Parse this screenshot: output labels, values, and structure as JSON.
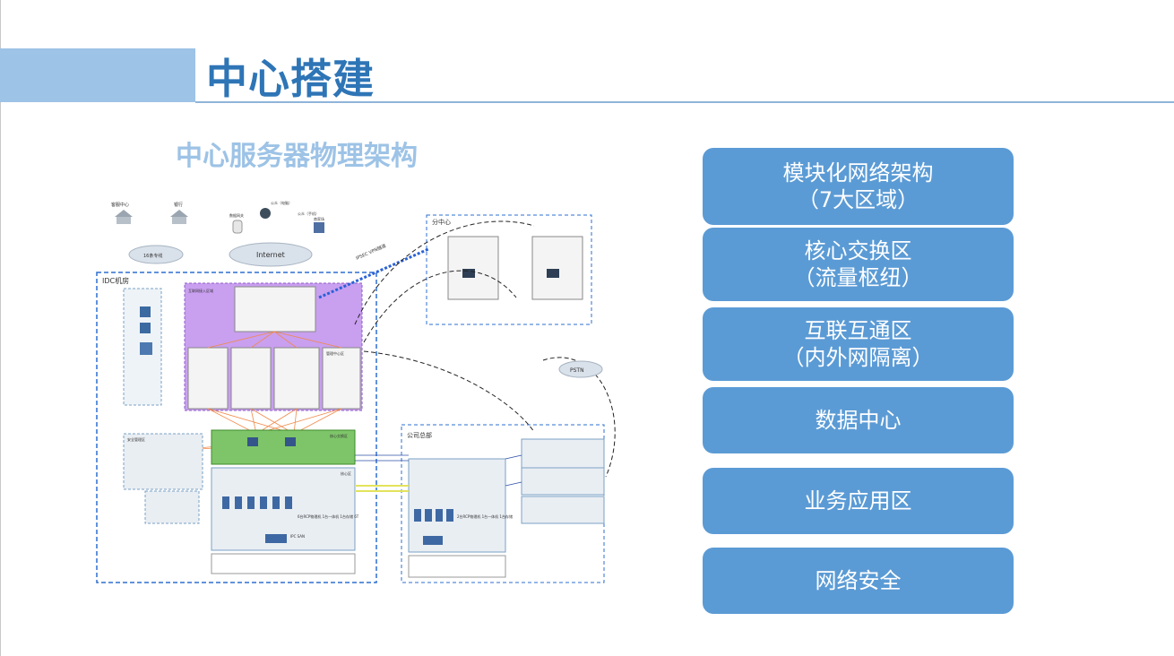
{
  "slide": {
    "title": "中心搭建",
    "subtitle": "中心服务器物理架构"
  },
  "menu": {
    "items": [
      {
        "line1": "模块化网络架构",
        "line2": "（7大区域）"
      },
      {
        "line1": "核心交换区",
        "line2": "（流量枢纽）"
      },
      {
        "line1": "互联互通区",
        "line2": "（内外网隔离）"
      },
      {
        "line1": "数据中心",
        "line2": ""
      },
      {
        "line1": "业务应用区",
        "line2": ""
      },
      {
        "line1": "网络安全",
        "line2": ""
      }
    ]
  },
  "diagram": {
    "internet": "Internet",
    "idc_room": "IDC机房",
    "branch_center": "分中心",
    "company_hq": "公司总部",
    "pstn": "PSTN",
    "vpn_tunnel": "IPSEC VPN隧道",
    "partner_center": "客服中心",
    "bank": "银行",
    "public_pc": "公众（电脑）",
    "public_mobile": "公众（手机）",
    "merchant": "商家场",
    "data_gateway": "数据网关",
    "dedicated_line": "16条专线",
    "interconnect_zone": "互联网接入区域",
    "core_exchange_zone": "核心交换区",
    "core_zone": "核心区",
    "security_zone": "安全管理区",
    "mgmt_zone": "管理中心区",
    "storage_label": "IPC SAN",
    "hq_note": "2台RCP物理机 1台一体机 1台存储",
    "idc_note": "6台RCP物理机 1台一体机 1台存储 6T"
  },
  "colors": {
    "button": "#5b9bd5",
    "title": "#2e75b6",
    "subtitle": "#9dc3e6",
    "band": "#9dc3e6"
  }
}
